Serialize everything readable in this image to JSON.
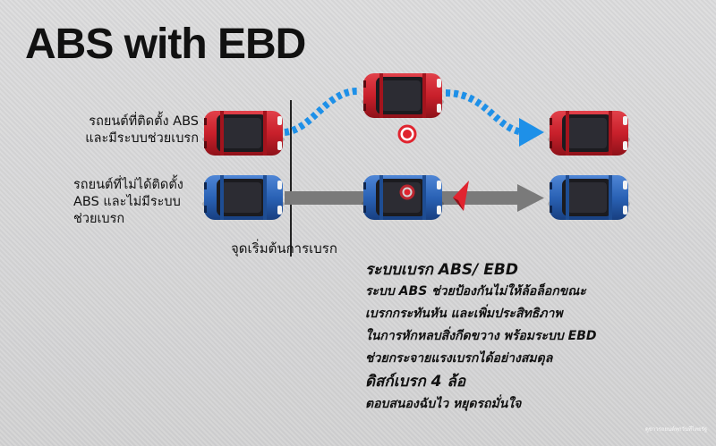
{
  "title": "ABS with EBD",
  "labels": {
    "with_abs": [
      "รถยนต์ที่ติดตั้ง ABS",
      "และมีระบบช่วยเบรก"
    ],
    "without_abs": [
      "รถยนต์ที่ไม่ได้ติดตั้ง",
      "ABS และไม่มีระบบ",
      "ช่วยเบรก"
    ],
    "braking_start": "จุดเริ่มต้นการเบรก"
  },
  "info": {
    "heading": "ระบบเบรก ABS/ EBD",
    "lines": [
      "ระบบ ABS ช่วยป้องกันไม่ให้ล้อล็อกขณะ",
      "เบรกกระทันหัน และเพิ่มประสิทธิภาพ",
      "ในการหักหลบสิ่งกีดขวาง พร้อมระบบ EBD",
      "ช่วยกระจายแรงเบรกได้อย่างสมดุล"
    ],
    "heading2": "ดิสก์เบรก 4 ล้อ",
    "last_line": "ตอบสนองฉับไว หยุดรถมั่นใจ"
  },
  "credit": "ดูข่าวรถยนต์ทุกวันที่ไทยรัฐ",
  "colors": {
    "red_car": "#c9202b",
    "blue_car": "#2a62b5",
    "dotted_path": "#1e90e8",
    "arrow_gray": "#777777",
    "obstacle": "#e0242f"
  }
}
